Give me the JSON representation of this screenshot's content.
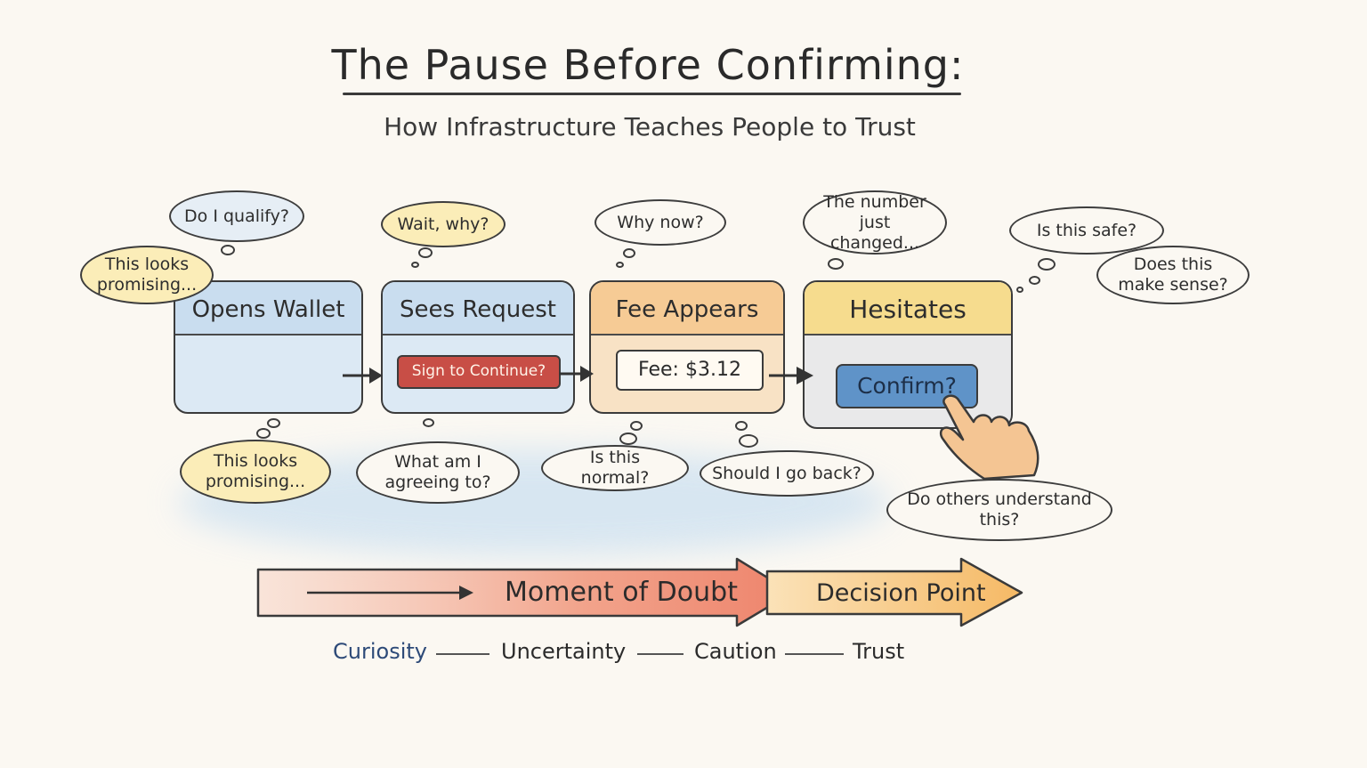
{
  "title": "The Pause Before Confirming:",
  "subtitle": "How Infrastructure Teaches People to Trust",
  "steps": [
    {
      "label": "Opens Wallet"
    },
    {
      "label": "Sees Request",
      "button": "Sign to Continue?"
    },
    {
      "label": "Fee Appears",
      "fee": "Fee: $3.12"
    },
    {
      "label": "Hesitates",
      "button": "Confirm?"
    }
  ],
  "thoughts": {
    "do_i_qualify": "Do I qualify?",
    "looks_promising_top": "This looks promising...",
    "wait_why": "Wait, why?",
    "why_now": "Why now?",
    "number_changed": "The number just changed...",
    "is_this_safe": "Is this safe?",
    "make_sense": "Does this make sense?",
    "looks_promising_bottom": "This looks promising...",
    "what_agreeing": "What am I agreeing to?",
    "is_normal": "Is this normal?",
    "go_back": "Should I go back?",
    "others_understand": "Do others understand this?"
  },
  "arrows": {
    "doubt": "Moment of Doubt",
    "decision": "Decision Point"
  },
  "stages": [
    "Curiosity",
    "Uncertainty",
    "Caution",
    "Trust"
  ],
  "colors": {
    "blue_panel": "#c9ddef",
    "yellow_panel": "#f6dc8e",
    "orange_panel": "#f6cb95",
    "red_button": "#c84e46",
    "blue_button": "#5f93c8",
    "doubt_arrow": "#ef8a73",
    "decision_arrow": "#f5b965",
    "curiosity_text": "#2d4a78"
  }
}
